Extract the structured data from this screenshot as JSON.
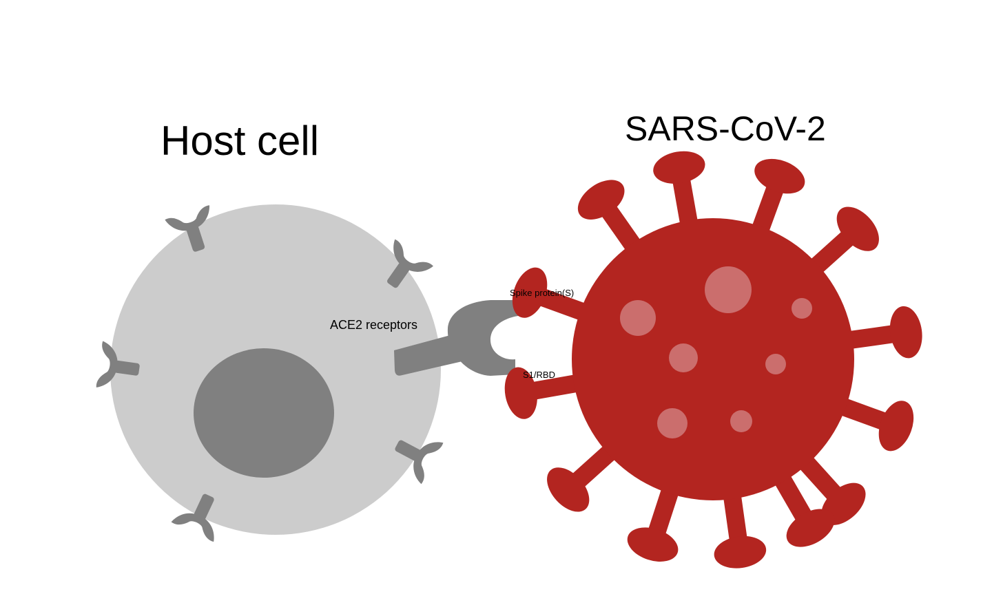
{
  "labels": {
    "host_title": "Host cell",
    "virus_title": "SARS-CoV-2",
    "ace2": "ACE2 receptors",
    "spike": "Spike protein(S)",
    "rbd": "S1/RBD"
  },
  "icons": {
    "host_cell": "cell-icon",
    "nucleus": "nucleus-icon",
    "receptor": "y-receptor-icon",
    "virus": "coronavirus-icon"
  },
  "colors": {
    "host_cell": "#cccccc",
    "nucleus": "#808080",
    "receptor": "#808080",
    "virus": "#b32520",
    "virus_spot": "#d89596"
  }
}
